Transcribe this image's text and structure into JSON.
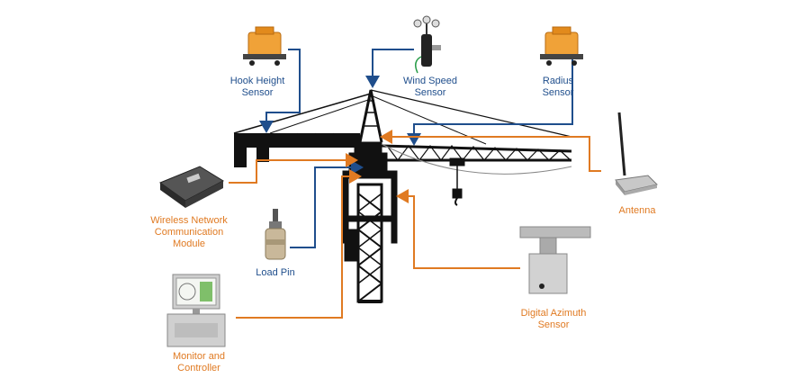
{
  "colors": {
    "blue": "#1f4e8c",
    "orange": "#e07a22",
    "crane": "#111111"
  },
  "components": {
    "hook_height": {
      "line1": "Hook Height",
      "line2": "Sensor",
      "icon": "orange-sensor-box-icon"
    },
    "wind_speed": {
      "line1": "Wind Speed",
      "line2": "Sensor",
      "icon": "anemometer-icon"
    },
    "radius": {
      "line1": "Radius",
      "line2": "Sensor",
      "icon": "orange-sensor-box-icon"
    },
    "wireless": {
      "line1": "Wireless Network",
      "line2": "Communication",
      "line3": "Module",
      "icon": "router-icon"
    },
    "load_pin": {
      "line1": "Load Pin",
      "icon": "load-pin-icon"
    },
    "antenna": {
      "line1": "Antenna",
      "icon": "antenna-icon"
    },
    "azimuth": {
      "line1": "Digital Azimuth",
      "line2": "Sensor",
      "icon": "azimuth-sensor-icon"
    },
    "monitor": {
      "line1": "Monitor and",
      "line2": "Controller",
      "icon": "monitor-icon"
    }
  }
}
